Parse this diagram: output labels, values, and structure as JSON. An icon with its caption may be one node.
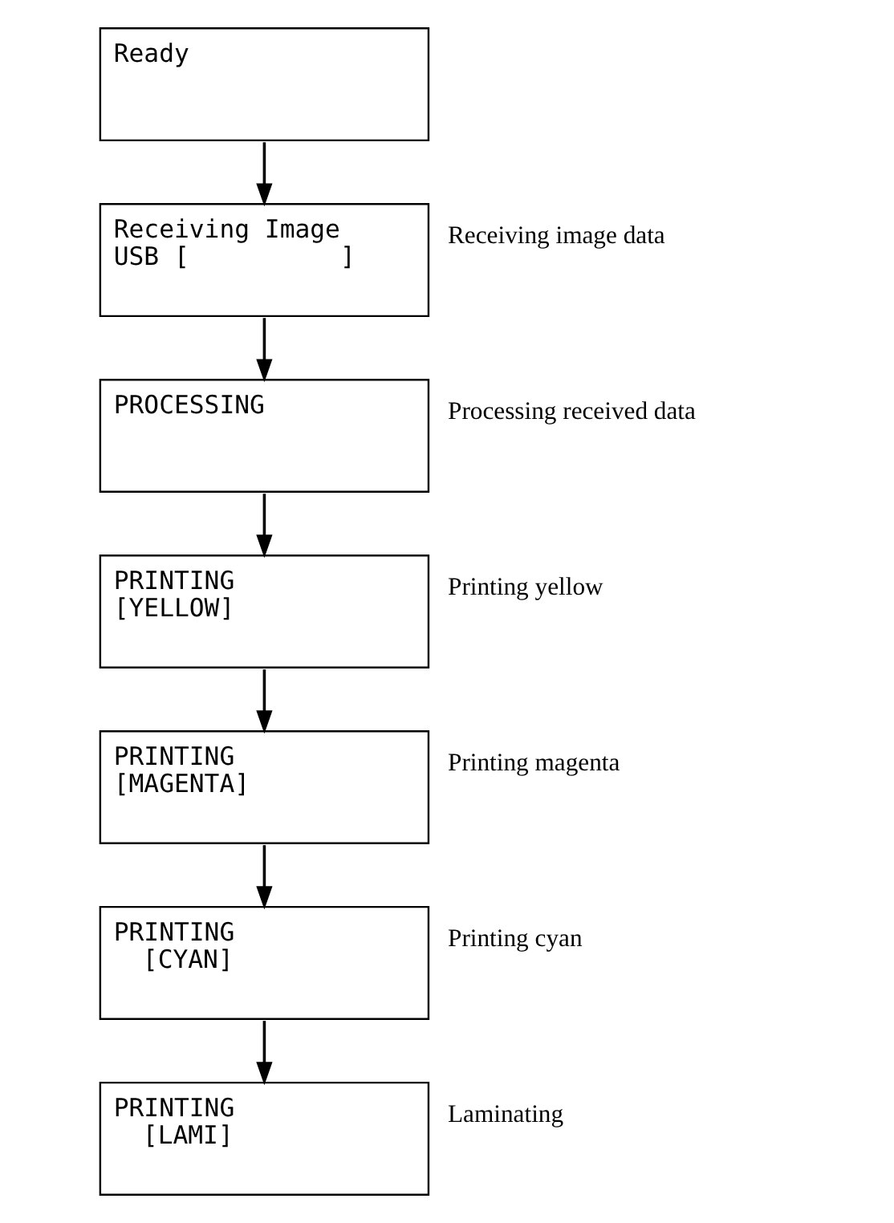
{
  "diagram": {
    "nodes": [
      {
        "text": [
          "Ready"
        ]
      },
      {
        "text": [
          "Receiving Image",
          "USB [          ]"
        ],
        "beside": [
          "Receiving image data"
        ]
      },
      {
        "text": [
          "PROCESSING"
        ],
        "beside": [
          "Processing received data"
        ]
      },
      {
        "text": [
          "PRINTING",
          "[YELLOW]"
        ],
        "beside": [
          "Printing yellow"
        ]
      },
      {
        "text": [
          "PRINTING",
          "[MAGENTA]"
        ],
        "beside": [
          "Printing magenta"
        ]
      },
      {
        "text": [
          "PRINTING",
          "[CYAN]"
        ],
        "beside": [
          "Printing cyan"
        ]
      },
      {
        "text": [
          "PRINTING",
          "[LAMI]"
        ],
        "beside": [
          "Laminating"
        ]
      }
    ],
    "edges": [
      {
        "from": 0,
        "to": 1,
        "arrow": "to"
      },
      {
        "from": 1,
        "to": 2,
        "arrow": "to"
      },
      {
        "from": 2,
        "to": 3,
        "arrow": "to"
      },
      {
        "from": 3,
        "to": 4,
        "arrow": "to"
      },
      {
        "from": 4,
        "to": 5,
        "arrow": "to"
      },
      {
        "from": 5,
        "to": 6,
        "arrow": "to"
      }
    ]
  }
}
